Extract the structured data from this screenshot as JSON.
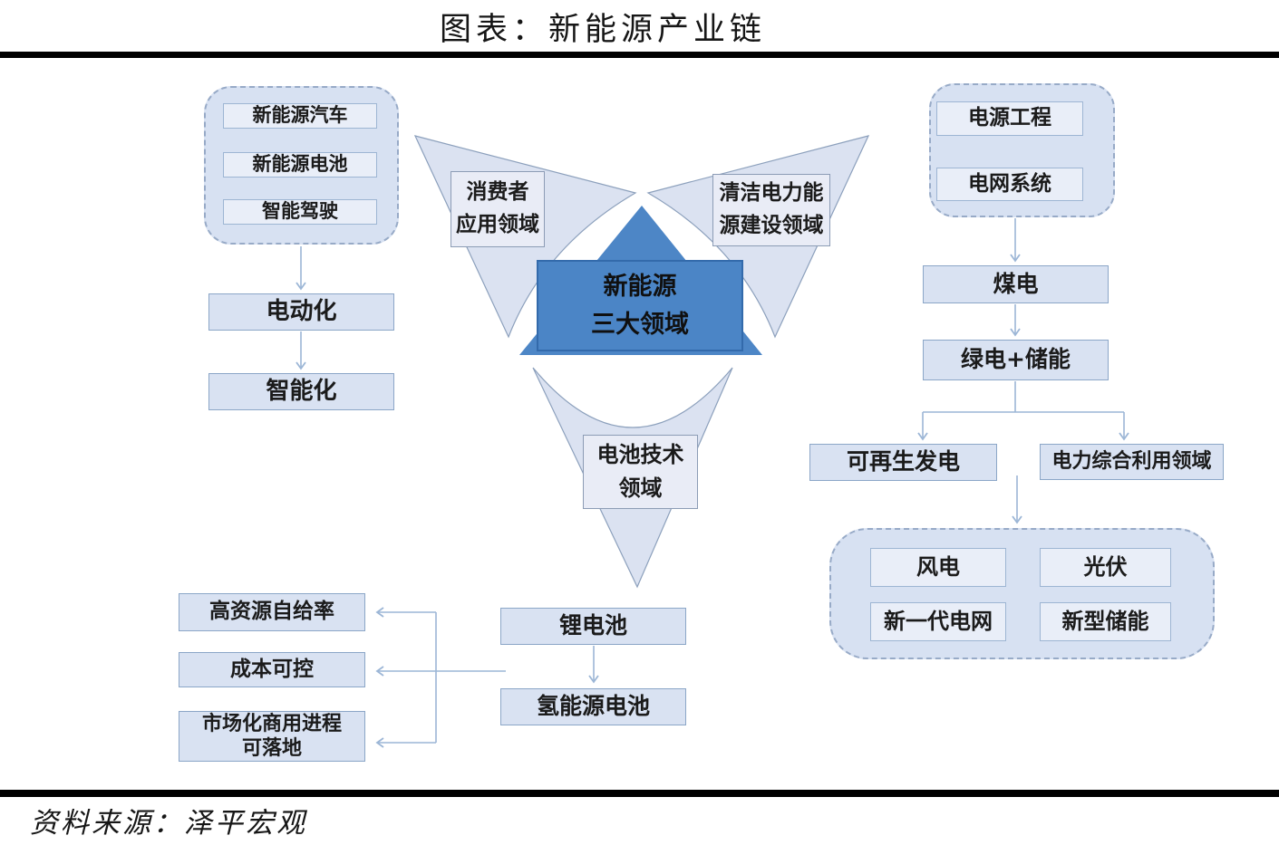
{
  "title": "图表：新能源产业链",
  "source": "资料来源：泽平宏观",
  "colors": {
    "core_blue": "#4b85c6",
    "triangle_blue": "#4d86c6",
    "panel_fill": "#d7e1f2",
    "box_fill": "#d9e2f2",
    "inner_box_fill": "#e9eef8",
    "wing_fill": "#dbe2f1",
    "connector": "#9cb6d6",
    "rule": "#000000"
  },
  "center": {
    "core": {
      "line1": "新能源",
      "line2": "三大领域"
    },
    "consumer_domain": {
      "line1": "消费者",
      "line2": "应用领域"
    },
    "clean_power_domain": {
      "line1": "清洁电力能",
      "line2": "源建设领域"
    },
    "battery_domain": {
      "line1": "电池技术",
      "line2": "领域"
    }
  },
  "left_chain": {
    "group_items": [
      "新能源汽车",
      "新能源电池",
      "智能驾驶"
    ],
    "step1": "电动化",
    "step2": "智能化"
  },
  "right_chain": {
    "group_items": [
      "电源工程",
      "电网系统"
    ],
    "step1": "煤电",
    "step2": "绿电+储能",
    "branch_left": "可再生发电",
    "branch_right": "电力综合利用领域",
    "grid_items": [
      "风电",
      "光伏",
      "新一代电网",
      "新型储能"
    ]
  },
  "battery_chain": {
    "step1": "锂电池",
    "step2": "氢能源电池",
    "feature1": "高资源自给率",
    "feature2": "成本可控",
    "feature3": {
      "line1": "市场化商用进程",
      "line2": "可落地"
    }
  }
}
